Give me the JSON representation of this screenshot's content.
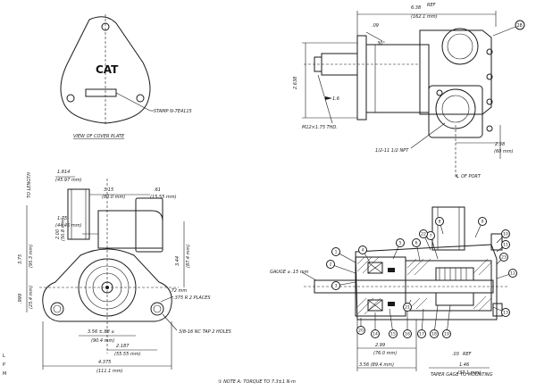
{
  "cover_plate": {
    "logo": "CAT",
    "stamp_callout": "STAMP N-7E4115",
    "view_label": "VIEW OF COVER PLATE"
  },
  "side_view": {
    "overall_length": "6.38",
    "overall_length_ref": "REF",
    "overall_length_mm": "(162.1 mm)",
    "dim_09": ".09",
    "dim_angle": "30°",
    "height": "2.638",
    "dim_16": "1.6",
    "thread_callout": "M12×1.75 THD.",
    "port_thread": "1/2-11 1/2 NPT",
    "port_offset": "2.38",
    "port_offset_mm": "(60 mm)",
    "balloon_28": "28",
    "port_cl": "℄ OF PORT"
  },
  "front_view": {
    "dim_1814": "1.814",
    "dim_1814_mm": "(45.97 mm)",
    "dim_to_length": "TO LENGTH",
    "dim_315": "3.15",
    "dim_315_mm": "(80.0 mm)",
    "dim_61": ".61",
    "dim_61_mm": "(15.55 mm)",
    "dim_175": "1.75",
    "dim_175_mm": "(44.45 mm)",
    "dim_200": "2.00",
    "dim_200_mm": "(50.8 mm)",
    "dim_375": "3.75",
    "dim_375_mm": "(95.3 mm)",
    "dim_344": "3.44",
    "dim_344_mm": "(87.4 mm)",
    "dim_999": ".999",
    "dim_999_mm": "(25.4 mm)",
    "slot_dim": ".72 mm",
    "slot_callout": ".375 R 2 PLACES",
    "bore_dim": "3.56 ±.88 ⌀",
    "bore_dim_mm": "(90.4 mm)",
    "bolt_dim": "2.187",
    "bolt_dim_mm": "(55.55 mm)",
    "tap_callout": "3/8-16 NC TAP 2 HOLES",
    "width": "4.375",
    "width_mm": "(111.1 mm)"
  },
  "section_view": {
    "gauge_label": "GAUGE ⌀ .15 mm",
    "dim_299": "2.99",
    "dim_299_mm": "(76.0 mm)",
    "dim_356": "3.56 (89.4 mm)",
    "dim_03": ".03",
    "dim_03_ref": "REF",
    "dim_146": "1.46",
    "dim_146_mm": "(37.1 mm)",
    "taper_label": "TAPER GAGE TO MOUNTING",
    "balloons": [
      "1",
      "2",
      "3",
      "4",
      "5",
      "6",
      "7",
      "8",
      "9",
      "10",
      "11",
      "12",
      "13",
      "14",
      "15",
      "16",
      "17",
      "18",
      "19",
      "20",
      "21",
      "22",
      "23"
    ]
  },
  "footnote": "① NOTE A: TORQUE TO 7.3±1 N·m",
  "margin_letters": [
    "L",
    "P",
    "M"
  ]
}
